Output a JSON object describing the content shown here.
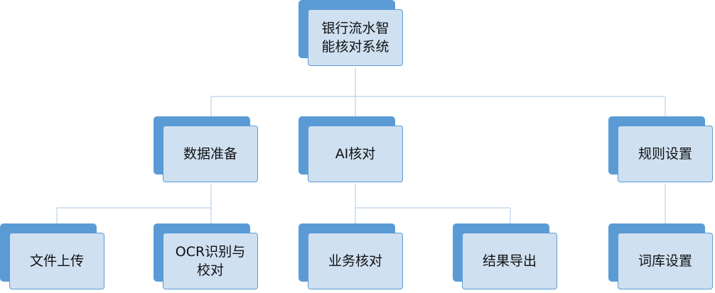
{
  "diagram": {
    "root": {
      "label": "银行流水智能核对系统",
      "line1": "银行流水智",
      "line2": "能核对系统"
    },
    "level1": [
      {
        "label": "数据准备"
      },
      {
        "label": "AI核对"
      },
      {
        "label": "规则设置"
      }
    ],
    "level2": [
      {
        "label": "文件上传"
      },
      {
        "label": "OCR识别与校对",
        "line1": "OCR识别与",
        "line2": "校对"
      },
      {
        "label": "业务核对"
      },
      {
        "label": "结果导出"
      },
      {
        "label": "词库设置"
      }
    ],
    "colors": {
      "shadow": "#5b9bd5",
      "card": "#cfe0f1",
      "border": "#5b9bd5",
      "connector": "#bcd2e8"
    }
  }
}
